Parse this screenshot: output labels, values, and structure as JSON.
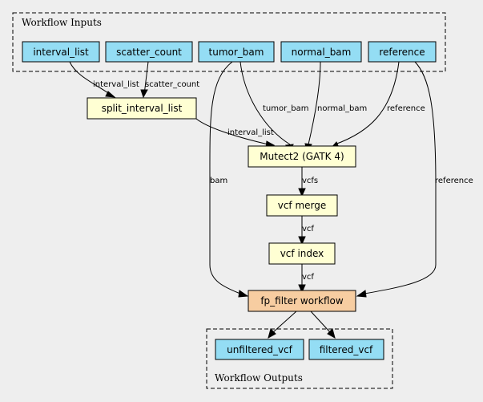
{
  "clusters": {
    "inputs": {
      "label": "Workflow Inputs"
    },
    "outputs": {
      "label": "Workflow Outputs"
    }
  },
  "nodes": {
    "interval_list": "interval_list",
    "scatter_count": "scatter_count",
    "tumor_bam": "tumor_bam",
    "normal_bam": "normal_bam",
    "reference": "reference",
    "split_interval_list": "split_interval_list",
    "mutect2": "Mutect2 (GATK 4)",
    "vcf_merge": "vcf merge",
    "vcf_index": "vcf index",
    "fp_filter": "fp_filter workflow",
    "unfiltered_vcf": "unfiltered_vcf",
    "filtered_vcf": "filtered_vcf"
  },
  "edges": {
    "interval_list_to_split": "interval_list",
    "scatter_count_to_split": "scatter_count",
    "tumor_bam_to_mutect2": "tumor_bam",
    "normal_bam_to_mutect2": "normal_bam",
    "reference_to_mutect2": "reference",
    "split_to_mutect2": "interval_list",
    "tumor_bam_to_fp_filter": "bam",
    "reference_to_fp_filter": "reference",
    "mutect2_to_vcf_merge": "vcfs",
    "vcf_merge_to_vcf_index": "vcf",
    "vcf_index_to_fp_filter": "vcf",
    "fp_filter_to_unfiltered": "",
    "fp_filter_to_filtered": ""
  },
  "colors": {
    "background": "#eeeeee",
    "input_node": "#94ddf4",
    "task_node": "#ffffd3",
    "subworkflow_node": "#f7cda1"
  }
}
